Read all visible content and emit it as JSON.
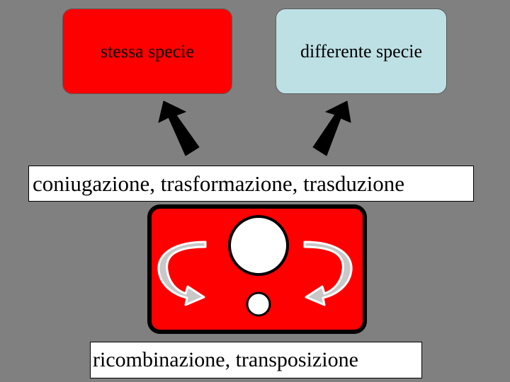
{
  "boxes": {
    "same_species": "stessa specie",
    "different_species": "differente specie"
  },
  "labels": {
    "transfer": "coniugazione, trasformazione, trasduzione",
    "recombination": "ricombinazione, transposizione"
  },
  "colors": {
    "background": "#808080",
    "same_species_fill": "#ff0000",
    "different_species_fill": "#bde0e4",
    "cell_fill": "#ff0000",
    "arrow": "#000000",
    "curved_arrow": "#c8c8c8"
  },
  "icons": [
    "up-arrow-left-icon",
    "up-arrow-right-icon",
    "curved-arrow-left-icon",
    "curved-arrow-right-icon"
  ]
}
